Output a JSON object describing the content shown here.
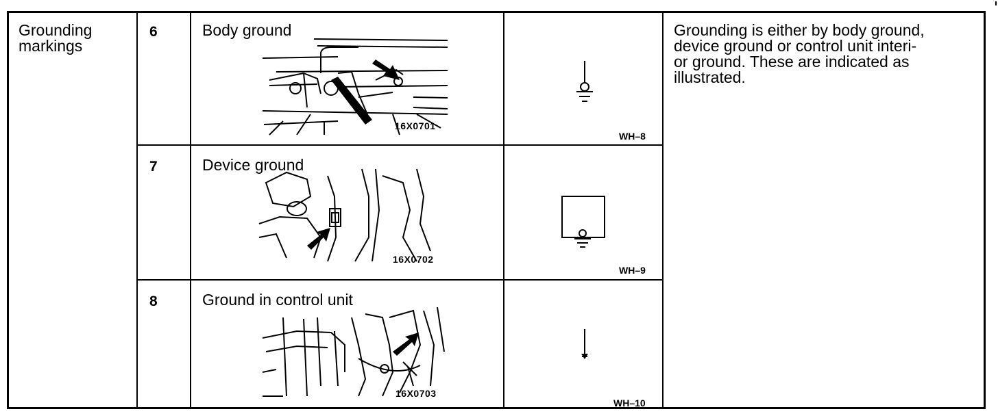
{
  "category": {
    "line1": "Grounding",
    "line2": "markings"
  },
  "description": {
    "lines": [
      "Grounding is either by body ground,",
      "device ground or control unit interi-",
      "or ground. These are indicated as",
      "illustrated."
    ]
  },
  "rows": [
    {
      "number": "6",
      "title": "Body ground",
      "figure_code": "16X0701",
      "symbol_code": "WH–8",
      "symbol_icon": "body-ground-symbol-icon"
    },
    {
      "number": "7",
      "title": "Device ground",
      "figure_code": "16X0702",
      "symbol_code": "WH–9",
      "symbol_icon": "device-ground-symbol-icon"
    },
    {
      "number": "8",
      "title": "Ground in control unit",
      "figure_code": "16X0703",
      "symbol_code": "WH–10",
      "symbol_icon": "control-unit-ground-symbol-icon"
    }
  ]
}
